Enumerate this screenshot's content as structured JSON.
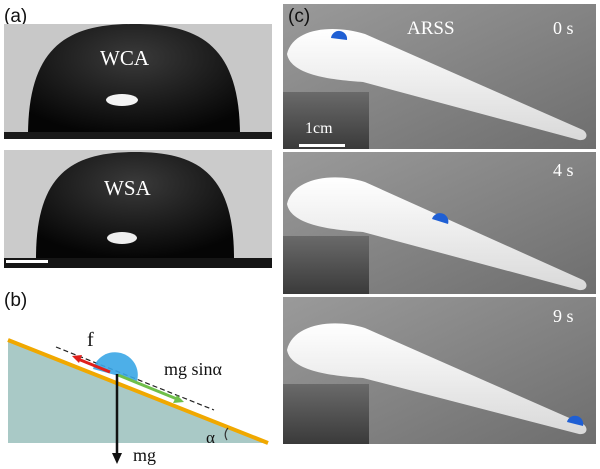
{
  "panels": {
    "a": {
      "label": "(a)",
      "top_image_label": "WCA",
      "bottom_image_label": "WSA"
    },
    "b": {
      "label": "(b)",
      "friction_label": "f",
      "component_label": "mg sinα",
      "weight_label": "mg",
      "angle_label": "α"
    },
    "c": {
      "label": "(c)",
      "title": "ARSS",
      "scale_bar_label": "1cm",
      "frame_times": [
        "0 s",
        "4 s",
        "9 s"
      ]
    }
  },
  "colors": {
    "slope_fill": "#a9c9c6",
    "slope_edge": "#f0a800",
    "friction_arrow": "#e0201c",
    "component_arrow": "#6fbf4a",
    "droplet": "#3aa6e6",
    "substrate_droplet": "#1f5fd4"
  }
}
